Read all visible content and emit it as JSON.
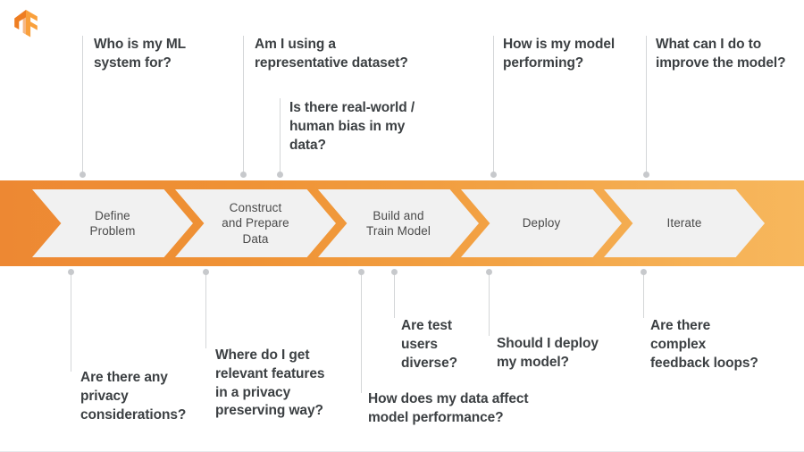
{
  "logo": {
    "name": "tensorflow-logo",
    "colors": {
      "light": "#F9A03C",
      "dark": "#EE7D21"
    }
  },
  "theme": {
    "band_gradient_start": "#ED8833",
    "band_gradient_end": "#F7B75C",
    "step_fill": "#F1F1F1",
    "text": "#3C4043",
    "connector": "#D4D6D8"
  },
  "pipeline": {
    "steps": [
      {
        "label": "Define\nProblem"
      },
      {
        "label": "Construct\nand Prepare\nData"
      },
      {
        "label": "Build and\nTrain Model"
      },
      {
        "label": "Deploy"
      },
      {
        "label": "Iterate"
      }
    ]
  },
  "questions_above": [
    {
      "text": "Who is my ML\nsystem for?"
    },
    {
      "text": "Am I using a\nrepresentative dataset?"
    },
    {
      "text": "Is there real-world /\nhuman bias in my\ndata?"
    },
    {
      "text": "How is my model\nperforming?"
    },
    {
      "text": "What can I do to\nimprove the model?"
    }
  ],
  "questions_below": [
    {
      "text": "Are there any\nprivacy\nconsiderations?"
    },
    {
      "text": "Where do I get\nrelevant features\nin a privacy\npreserving way?"
    },
    {
      "text": "Are test\nusers\ndiverse?"
    },
    {
      "text": "How does my data affect\nmodel performance?"
    },
    {
      "text": "Should I deploy\nmy model?"
    },
    {
      "text": "Are there\ncomplex\nfeedback loops?"
    }
  ]
}
